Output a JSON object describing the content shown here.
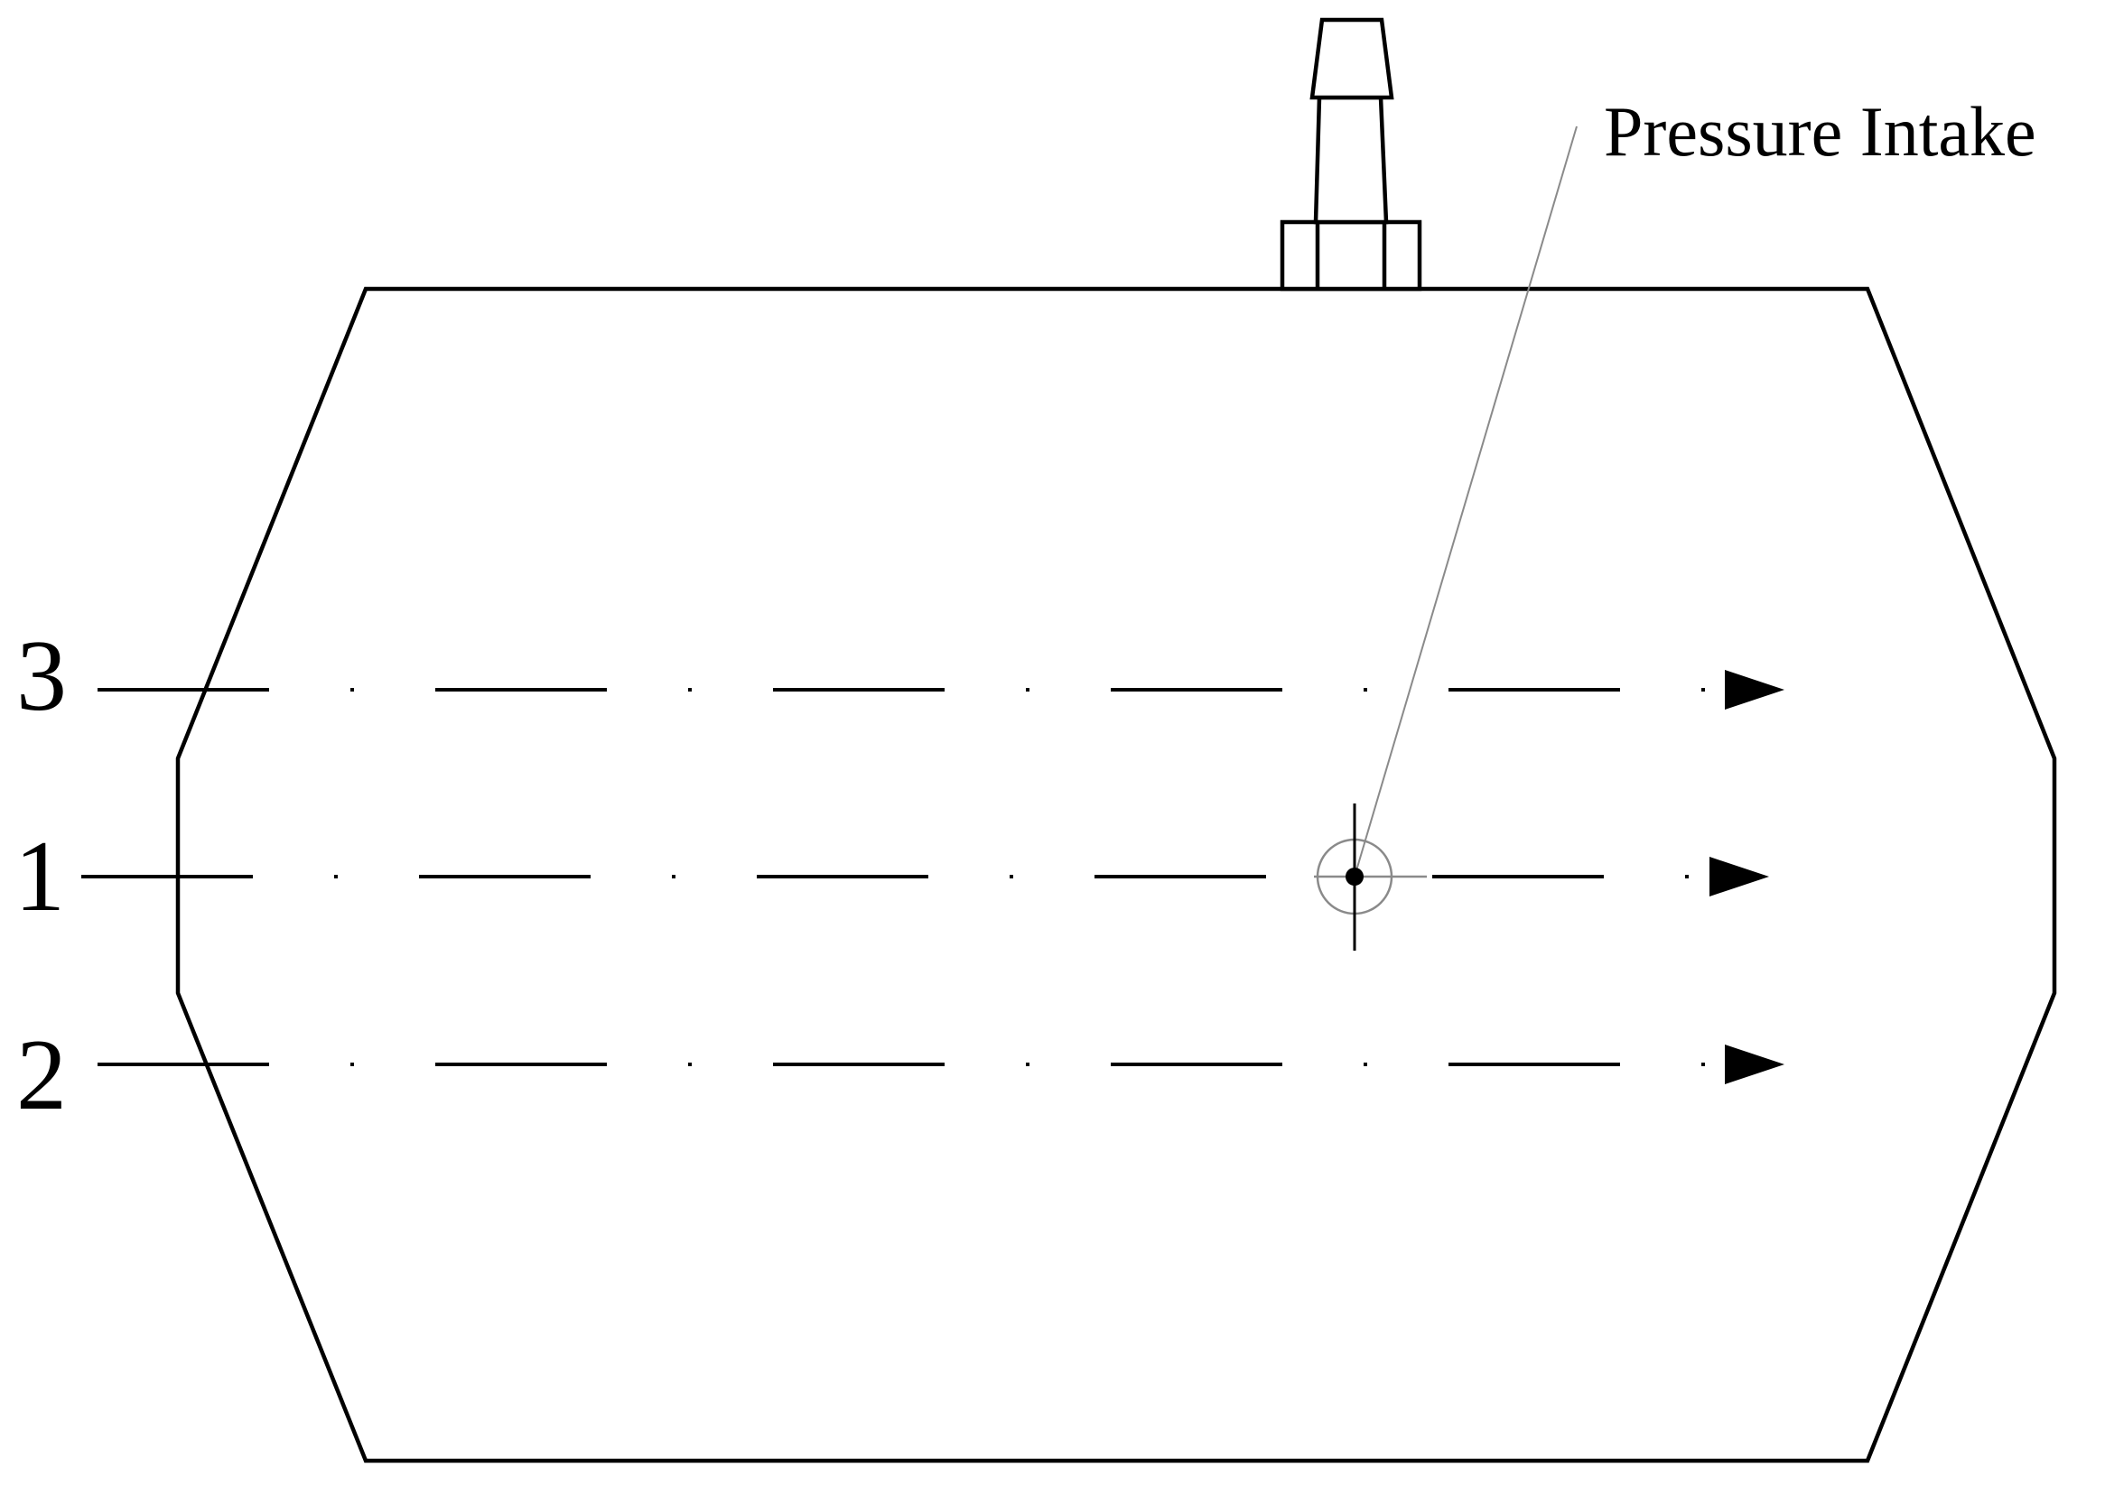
{
  "diagram": {
    "callout_label": "Pressure Intake",
    "flow_lines": [
      {
        "label": "3"
      },
      {
        "label": "1"
      },
      {
        "label": "2"
      }
    ],
    "colors": {
      "stroke": "#000000",
      "leader": "#8a8a8a",
      "background": "#ffffff"
    }
  }
}
